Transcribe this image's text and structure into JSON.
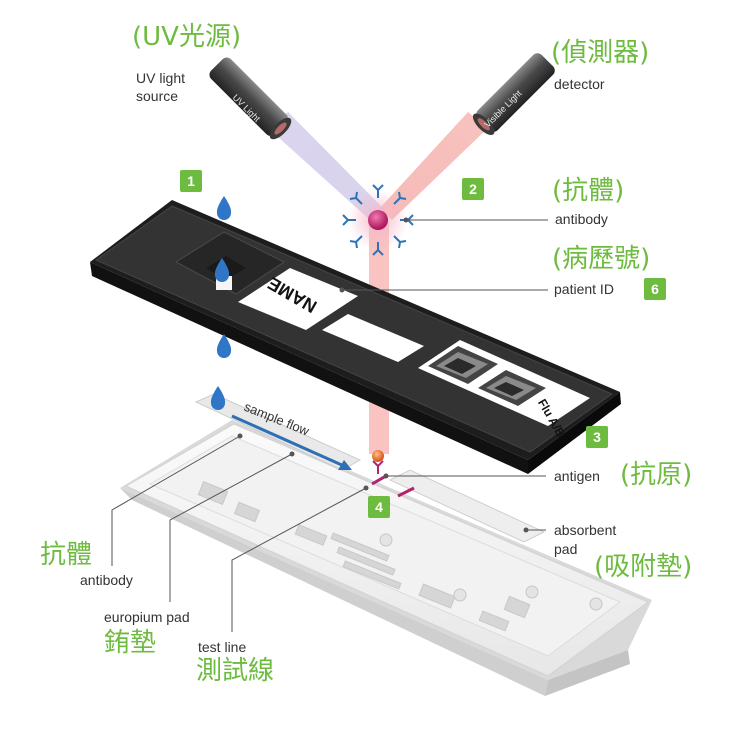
{
  "uv_source": {
    "zh": "(UV光源)",
    "en_line1": "UV light",
    "en_line2": "source",
    "device_text": "UV Light"
  },
  "detector": {
    "zh": "(偵測器)",
    "en": "detector",
    "device_text": "Visible Light"
  },
  "antibody_top": {
    "zh": "(抗體)",
    "en": "antibody"
  },
  "patient_id": {
    "zh": "(病歷號)",
    "en": "patient ID"
  },
  "cartridge": {
    "name_label": "NAME",
    "test_name": "Flu A/B"
  },
  "sample_flow": "sample flow",
  "antigen": {
    "en": "antigen",
    "zh": "(抗原)"
  },
  "absorbent_pad": {
    "en_line1": "absorbent",
    "en_line2": "pad",
    "zh": "(吸附墊)"
  },
  "antibody_left": {
    "zh": "抗體",
    "en": "antibody"
  },
  "europium_pad": {
    "en": "europium pad",
    "zh": "銪墊"
  },
  "test_line": {
    "en": "test line",
    "zh": "測試線"
  },
  "badges": [
    "1",
    "2",
    "3",
    "4",
    "6"
  ],
  "colors": {
    "accent_green": "#6dbb3f",
    "uv_beam": "#c9c0e3",
    "visible_beam": "#f4aaa6",
    "antibody": "#2f72b8",
    "antigen": "#e36a1f",
    "test_line": "#b0246e",
    "cartridge": "#333333"
  }
}
